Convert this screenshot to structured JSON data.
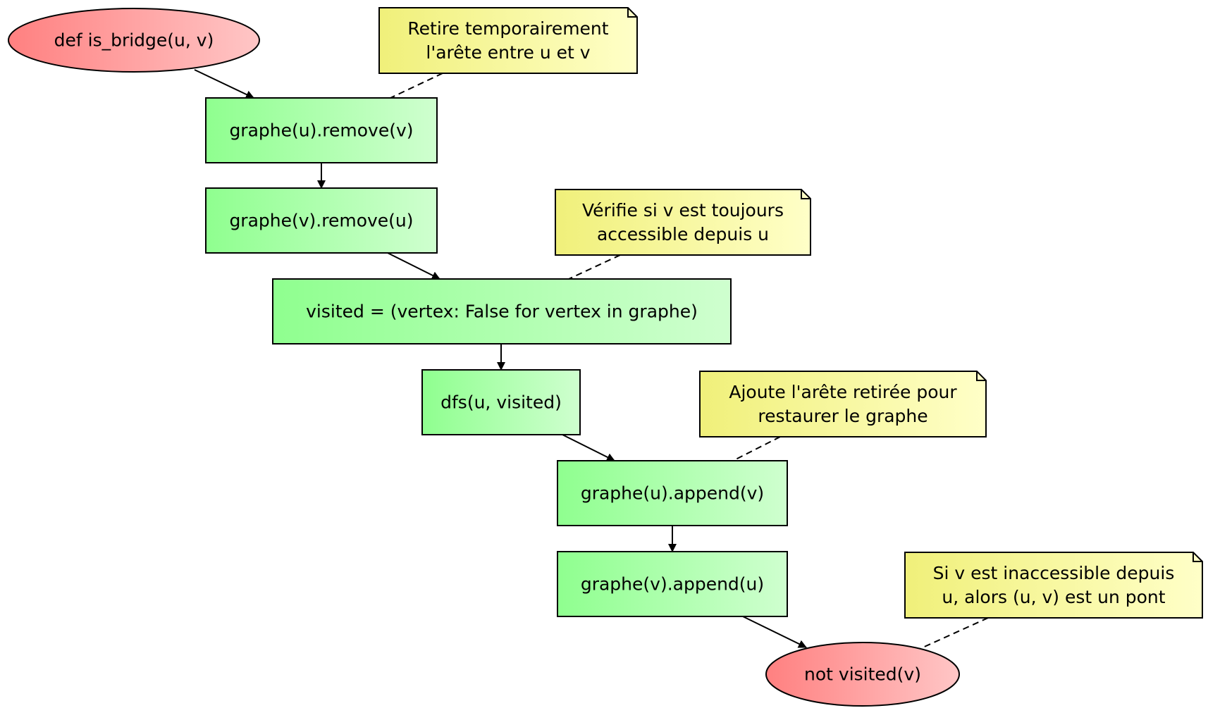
{
  "diagram": {
    "colors": {
      "terminal_from": "#ff8080",
      "terminal_to": "#ffc6c6",
      "process_from": "#8fff8f",
      "process_to": "#cfffcf",
      "note_from": "#f0f07a",
      "note_to": "#ffffc8",
      "stroke": "#000000"
    },
    "nodes": {
      "start": {
        "shape": "ellipse",
        "label": "def is_bridge(u, v)"
      },
      "remove_uv": {
        "shape": "box",
        "label": "graphe(u).remove(v)"
      },
      "remove_vu": {
        "shape": "box",
        "label": "graphe(v).remove(u)"
      },
      "visited_init": {
        "shape": "box",
        "label": "visited = (vertex: False for vertex in graphe)"
      },
      "dfs_call": {
        "shape": "box",
        "label": "dfs(u, visited)"
      },
      "append_uv": {
        "shape": "box",
        "label": "graphe(u).append(v)"
      },
      "append_vu": {
        "shape": "box",
        "label": "graphe(v).append(u)"
      },
      "end": {
        "shape": "ellipse",
        "label": "not visited(v)"
      }
    },
    "notes": {
      "note_remove": {
        "lines": [
          "Retire temporairement",
          "l'arête entre u et v"
        ]
      },
      "note_check": {
        "lines": [
          "Vérifie si v est toujours",
          "accessible depuis u"
        ]
      },
      "note_restore": {
        "lines": [
          "Ajoute l'arête retirée pour",
          "restaurer le graphe"
        ]
      },
      "note_result": {
        "lines": [
          "Si v est inaccessible depuis",
          "u, alors (u, v) est un pont"
        ]
      }
    },
    "edges": [
      {
        "from": "start",
        "to": "remove_uv"
      },
      {
        "from": "remove_uv",
        "to": "remove_vu"
      },
      {
        "from": "remove_vu",
        "to": "visited_init"
      },
      {
        "from": "visited_init",
        "to": "dfs_call"
      },
      {
        "from": "dfs_call",
        "to": "append_uv"
      },
      {
        "from": "append_uv",
        "to": "append_vu"
      },
      {
        "from": "append_vu",
        "to": "end"
      }
    ],
    "note_links": [
      {
        "note": "note_remove",
        "node": "remove_uv"
      },
      {
        "note": "note_check",
        "node": "visited_init"
      },
      {
        "note": "note_restore",
        "node": "append_uv"
      },
      {
        "note": "note_result",
        "node": "end"
      }
    ]
  }
}
